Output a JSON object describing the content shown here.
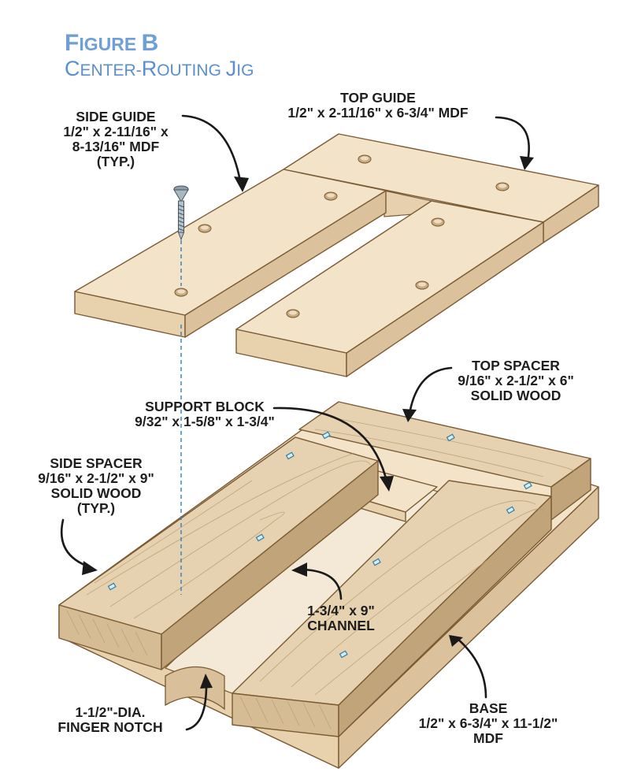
{
  "figure": {
    "label": "FIGURE B",
    "title": "CENTER-ROUTING JIG"
  },
  "callouts": {
    "side_guide": {
      "name": "SIDE GUIDE",
      "dims_1": "1/2\" x 2-11/16\" x",
      "dims_2": "8-13/16\" MDF",
      "note": "(TYP.)"
    },
    "top_guide": {
      "name": "TOP GUIDE",
      "dims": "1/2\" x 2-11/16\" x 6-3/4\" MDF"
    },
    "top_spacer": {
      "name": "TOP SPACER",
      "dims": "9/16\" x 2-1/2\" x 6\"",
      "material": "SOLID WOOD"
    },
    "support_block": {
      "name": "SUPPORT BLOCK",
      "dims": "9/32\" x 1-5/8\" x 1-3/4\""
    },
    "side_spacer": {
      "name": "SIDE SPACER",
      "dims": "9/16\" x 2-1/2\" x 9\"",
      "material": "SOLID WOOD",
      "note": "(TYP.)"
    },
    "channel": {
      "dims": "1-3/4\" x 9\"",
      "name": "CHANNEL"
    },
    "finger_notch": {
      "dims": "1-1/2\"-DIA.",
      "name": "FINGER NOTCH"
    },
    "base": {
      "name": "BASE",
      "dims": "1/2\" x 6-3/4\" x 11-1/2\"",
      "material": "MDF"
    }
  },
  "colors": {
    "title": "#6e9fd6",
    "mdf": "#f3e3c8",
    "solid_wood": "#e6d2b0",
    "outline": "#7a5b34",
    "dashed_line": "#2a7fc9",
    "text": "#1e1e1e"
  }
}
